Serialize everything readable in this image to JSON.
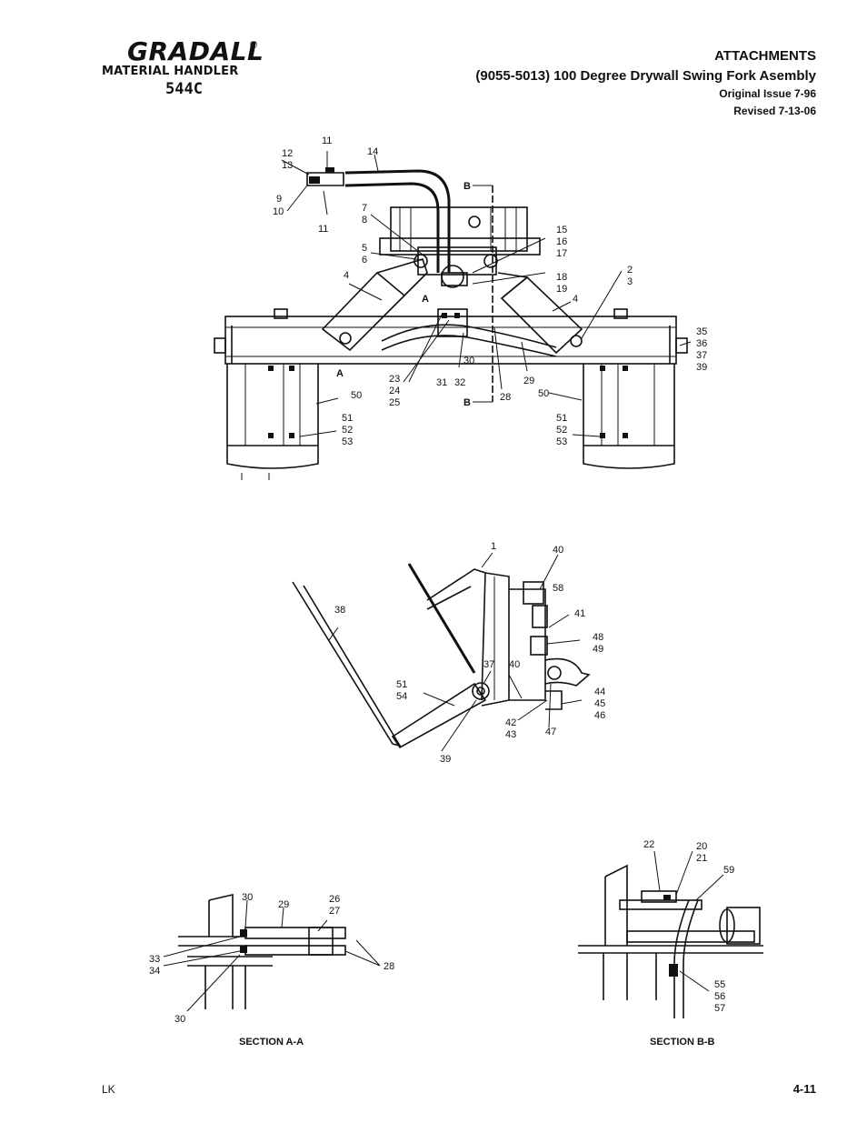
{
  "header": {
    "brand": "GRADALL",
    "reg_mark": "®",
    "subtitle": "MATERIAL HANDLER",
    "model": "544C",
    "section": "ATTACHMENTS",
    "title": "(9055-5013) 100 Degree  Drywall Swing Fork Asembly",
    "issue": "Original Issue 7-96",
    "revised": "Revised 7-13-06"
  },
  "captions": {
    "section_aa": "SECTION A-A",
    "section_bb": "SECTION B-B"
  },
  "footer": {
    "left": "LK",
    "page": "4-11"
  },
  "callouts_top": [
    "11",
    "12",
    "13",
    "14",
    "9",
    "10",
    "11",
    "B",
    "7",
    "8",
    "15",
    "16",
    "17",
    "5",
    "6",
    "18",
    "19",
    "2",
    "3",
    "4",
    "4",
    "A",
    "A",
    "35",
    "36",
    "37",
    "39",
    "23",
    "24",
    "25",
    "31",
    "32",
    "30",
    "28",
    "29",
    "50",
    "50",
    "B",
    "51",
    "52",
    "53",
    "51",
    "52",
    "53"
  ],
  "callouts_side": [
    "1",
    "40",
    "58",
    "41",
    "38",
    "48",
    "49",
    "37",
    "40",
    "51",
    "54",
    "44",
    "45",
    "46",
    "42",
    "43",
    "47",
    "39"
  ],
  "callouts_aa": [
    "30",
    "29",
    "26",
    "27",
    "33",
    "34",
    "28",
    "30"
  ],
  "callouts_bb": [
    "22",
    "20",
    "21",
    "59",
    "55",
    "56",
    "57"
  ]
}
